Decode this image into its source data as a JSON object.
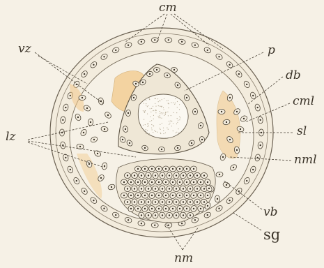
{
  "labels": {
    "cm": "cm",
    "vz": "vz",
    "p": "p",
    "db": "db",
    "cml": "cml",
    "lz": "lz",
    "sl": "sl",
    "nml": "nml",
    "vb": "vb",
    "sg": "sg",
    "nm": "nm"
  },
  "colors": {
    "background": "#f6f1e6",
    "ink": "#3a3328",
    "cell_fill": "#efe7d6",
    "yolk": "#f2c98a"
  }
}
